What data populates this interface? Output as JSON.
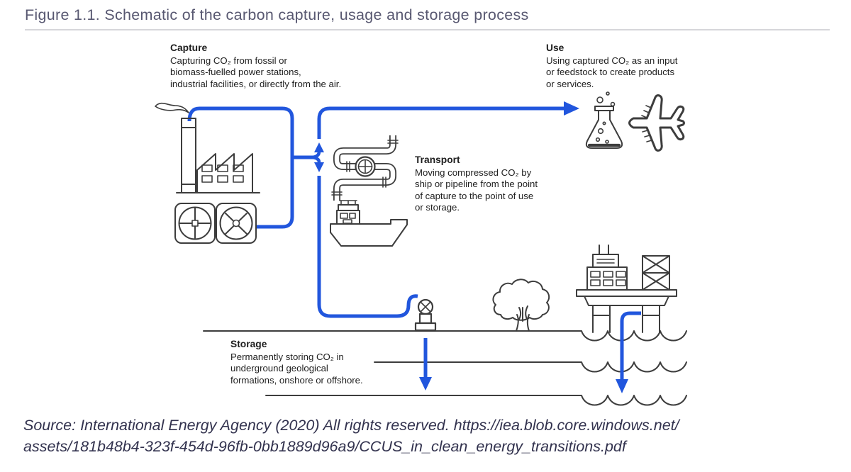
{
  "figure": {
    "title": "Figure 1.1. Schematic of the carbon capture, usage and storage process"
  },
  "sections": {
    "capture": {
      "heading": "Capture",
      "lines": [
        "Capturing CO₂ from fossil or",
        "biomass-fuelled power stations,",
        "industrial facilities, or directly from the air."
      ]
    },
    "transport": {
      "heading": "Transport",
      "lines": [
        "Moving compressed CO₂ by",
        "ship or pipeline from the point",
        "of capture to the point of use",
        "or storage."
      ]
    },
    "use": {
      "heading": "Use",
      "lines": [
        "Using captured CO₂ as an input",
        "or feedstock to create products",
        "or services."
      ]
    },
    "storage": {
      "heading": "Storage",
      "lines": [
        "Permanently storing CO₂ in",
        "underground geological",
        "formations, onshore or offshore."
      ]
    }
  },
  "source": {
    "lines": [
      "Source: International Energy Agency (2020) All rights reserved. https://iea.blob.core.windows.net/",
      "assets/181b48b4-323f-454d-96fb-0bb1889d96a9/CCUS_in_clean_energy_transitions.pdf"
    ]
  },
  "colors": {
    "flow_blue": "#2156DD",
    "stroke_dark": "#3D3D3D",
    "title_color": "#585871",
    "source_color": "#32324E",
    "rule_color": "#D6D6DA"
  },
  "icons": [
    "smoke-icon",
    "factory-icon",
    "dac-fans-icon",
    "pipeline-icon",
    "ship-icon",
    "flask-icon",
    "airplane-icon",
    "wellhead-valve-icon",
    "tree-icon",
    "offshore-platform-icon",
    "waves-icon",
    "flow-arrow-icon"
  ]
}
